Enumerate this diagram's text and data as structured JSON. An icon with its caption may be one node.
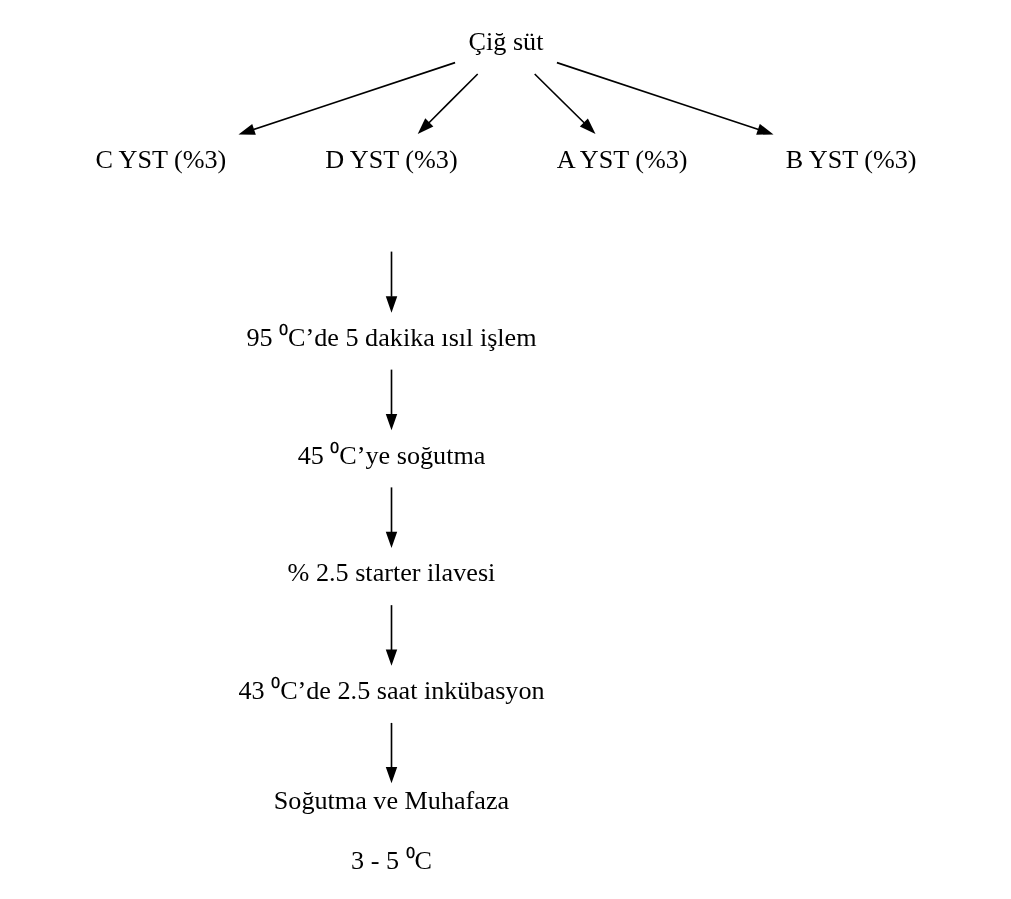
{
  "diagram": {
    "nodes": [
      {
        "text": [
          "Çiğ süt"
        ]
      },
      {
        "text": [
          "C YST (%3)"
        ]
      },
      {
        "text": [
          "D YST (%3)"
        ]
      },
      {
        "text": [
          "A YST (%3)"
        ]
      },
      {
        "text": [
          "B YST (%3)"
        ]
      },
      {
        "text": [
          "95 ⁰C’de 5 dakika ısıl işlem"
        ]
      },
      {
        "text": [
          "45 ⁰C’ye soğutma"
        ]
      },
      {
        "text": [
          "% 2.5 starter ilavesi"
        ]
      },
      {
        "text": [
          "43 ⁰C’de 2.5 saat inkübasyon"
        ]
      },
      {
        "text": [
          "Soğutma ve Muhafaza"
        ],
        "beside": [
          "3 - 5 ⁰C"
        ]
      }
    ],
    "edges": [
      {
        "from": 0,
        "to": 1,
        "arrow": "to"
      },
      {
        "from": 0,
        "to": 2,
        "arrow": "to"
      },
      {
        "from": 0,
        "to": 3,
        "arrow": "to"
      },
      {
        "from": 0,
        "to": 4,
        "arrow": "to"
      },
      {
        "from": null,
        "to": 5,
        "arrow": "to"
      },
      {
        "from": 5,
        "to": 6,
        "arrow": "to"
      },
      {
        "from": 6,
        "to": 7,
        "arrow": "to"
      },
      {
        "from": 7,
        "to": 8,
        "arrow": "to"
      },
      {
        "from": 8,
        "to": 9,
        "arrow": "to"
      }
    ]
  }
}
